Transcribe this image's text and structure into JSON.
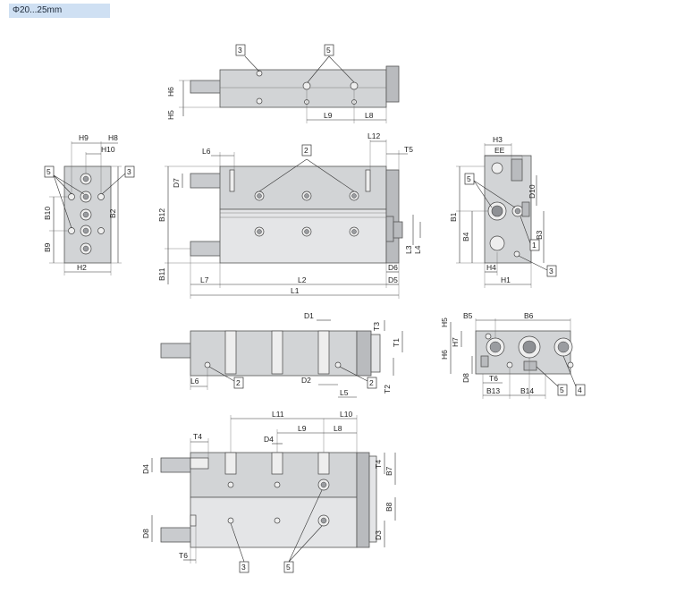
{
  "header": {
    "size_range": "Φ20...25mm"
  },
  "callouts": [
    "2",
    "3",
    "4",
    "5"
  ],
  "top_view": {
    "dims": [
      "H6",
      "H5",
      "L9",
      "L8"
    ],
    "callouts": [
      "3",
      "5"
    ]
  },
  "end_view_left": {
    "dims": [
      "H9",
      "H8",
      "H10",
      "B10",
      "B2",
      "B9",
      "H2"
    ],
    "callouts": [
      "5",
      "3"
    ]
  },
  "main_view": {
    "dims": [
      "L6",
      "L12",
      "T5",
      "D7",
      "B12",
      "B11",
      "D6",
      "D5",
      "L7",
      "L2",
      "L3",
      "L4",
      "L1"
    ],
    "callouts": [
      "2"
    ]
  },
  "end_view_right": {
    "dims": [
      "H3",
      "EE",
      "D10",
      "B1",
      "B3",
      "B4",
      "H4",
      "H1"
    ],
    "callouts": [
      "5",
      "1",
      "3"
    ]
  },
  "section_view": {
    "dims": [
      "D1",
      "T3",
      "T1",
      "L6",
      "D2",
      "L5",
      "T2"
    ],
    "callouts": [
      "2",
      "2"
    ]
  },
  "rear_view": {
    "dims": [
      "H5",
      "B5",
      "B6",
      "H7",
      "H6",
      "D8",
      "T6",
      "B13",
      "B14"
    ],
    "callouts": [
      "5",
      "4"
    ]
  },
  "bottom_view": {
    "dims": [
      "L11",
      "L10",
      "L9",
      "L8",
      "T4",
      "D4",
      "D4",
      "T4",
      "B7",
      "B8",
      "D8",
      "D3",
      "T6"
    ],
    "callouts": [
      "3",
      "5"
    ]
  }
}
